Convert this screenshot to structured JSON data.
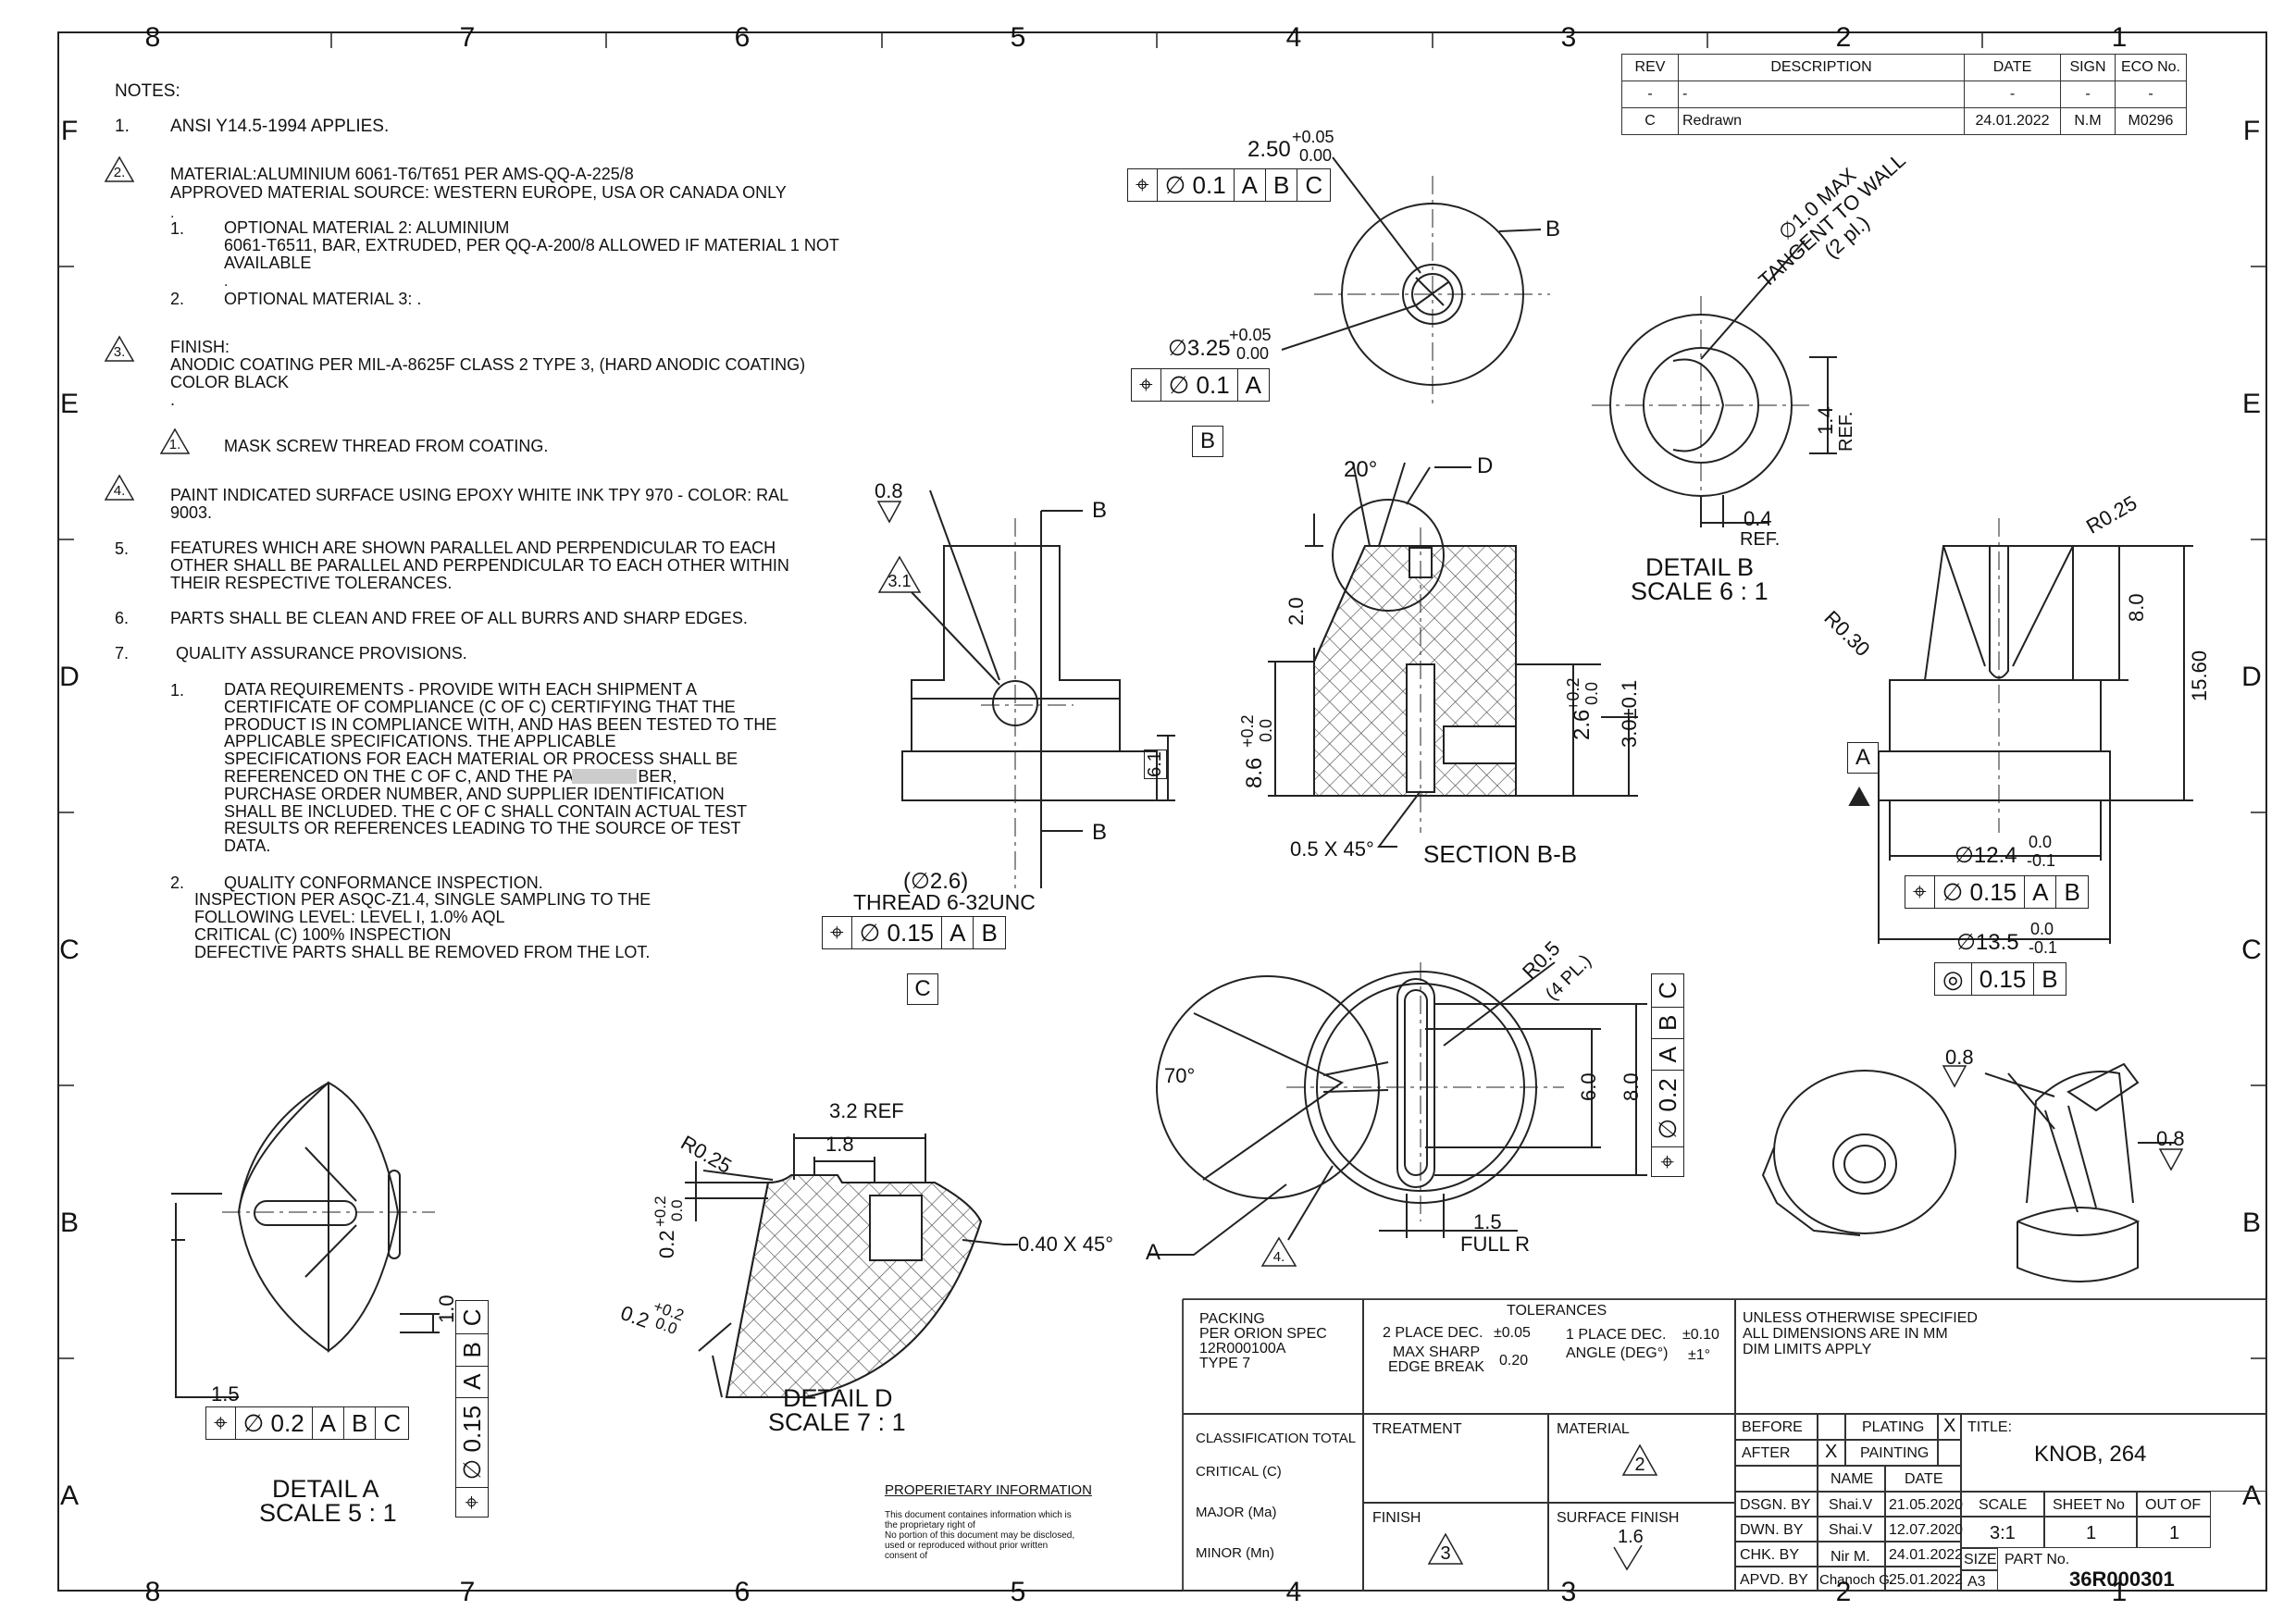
{
  "zones": {
    "columns": [
      "8",
      "7",
      "6",
      "5",
      "4",
      "3",
      "2",
      "1"
    ],
    "rows": [
      "F",
      "E",
      "D",
      "C",
      "B",
      "A"
    ]
  },
  "revision_table": {
    "headers": [
      "REV",
      "DESCRIPTION",
      "DATE",
      "SIGN",
      "ECO No."
    ],
    "rows": [
      [
        "-",
        "-",
        "-",
        "-",
        "-"
      ],
      [
        "C",
        "Redrawn",
        "24.01.2022",
        "N.M",
        "M0296"
      ]
    ]
  },
  "notes": {
    "heading": "NOTES:",
    "n1_num": "1.",
    "n1": "ANSI Y14.5-1994 APPLIES.",
    "n2_tri": "2.",
    "n2": "MATERIAL:ALUMINIUM 6061-T6/T651 PER AMS-QQ-A-225/8\nAPPROVED MATERIAL SOURCE: WESTERN EUROPE, USA OR CANADA ONLY",
    "n2_dot": ".",
    "n2_1_num": "1.",
    "n2_1": "OPTIONAL MATERIAL 2: ALUMINIUM\n6061-T6511, BAR, EXTRUDED, PER QQ-A-200/8 ALLOWED IF MATERIAL 1 NOT\nAVAILABLE",
    "n2_dot2": ".",
    "n2_2_num": "2.",
    "n2_2": "OPTIONAL MATERIAL 3:  .",
    "n3_tri": "3.",
    "n3": "FINISH:\nANODIC COATING PER MIL-A-8625F CLASS 2 TYPE 3, (HARD ANODIC COATING)\nCOLOR BLACK\n.",
    "n3a_tri": "1.",
    "n3a": "MASK SCREW THREAD FROM COATING.",
    "n4_tri": "4.",
    "n4": "PAINT INDICATED SURFACE USING EPOXY WHITE INK TPY 970 - COLOR: RAL\n9003.",
    "n5_num": "5.",
    "n5": "FEATURES WHICH ARE SHOWN PARALLEL AND PERPENDICULAR TO EACH\nOTHER SHALL BE PARALLEL AND PERPENDICULAR TO EACH OTHER WITHIN\nTHEIR RESPECTIVE TOLERANCES.",
    "n6_num": "6.",
    "n6": "PARTS  SHALL  BE  CLEAN AND FREE OF ALL BURRS AND SHARP EDGES.",
    "n7_num": "7.",
    "n7": "QUALITY ASSURANCE PROVISIONS.",
    "n7_1_num": "1.",
    "n7_1": "DATA  REQUIREMENTS - PROVIDE  WITH  EACH  SHIPMENT  A\nCERTIFICATE OF COMPLIANCE (C OF C) CERTIFYING THAT  THE\nPRODUCT  IS  IN COMPLIANCE WITH, AND HAS BEEN TESTED TO THE\nAPPLICABLE   SPECIFICATIONS.    THE    APPLICABLE\nSPECIFICATIONS  FOR  EACH  MATERIAL  OR PROCESS SHALL BE\nREFERENCED ON THE C OF C, AND THE            PART NUMBER,\nPURCHASE  ORDER  NUMBER,  AND  SUPPLIER  IDENTIFICATION\nSHALL BE INCLUDED. THE C OF C SHALL CONTAIN ACTUAL TEST\nRESULTS  OR  REFERENCES  LEADING  TO THE SOURCE OF TEST\nDATA.",
    "n7_2_num": "2.",
    "n7_2": "QUALITY CONFORMANCE INSPECTION.",
    "n7_2b": "INSPECTION  PER   ASQC-Z1.4,  SINGLE SAMPLING TO  THE\nFOLLOWING LEVEL:       LEVEL I, 1.0% AQL\n        CRITICAL (C)               100% INSPECTION\nDEFECTIVE PARTS SHALL BE REMOVED FROM THE LOT."
  },
  "top_view": {
    "dim_250": "2.50",
    "tol_250_up": "+0.05",
    "tol_250_dn": "0.00",
    "fcf1": [
      "⌖",
      "∅ 0.1",
      "A",
      "B",
      "C"
    ],
    "label_b": "B",
    "dim_325": "∅3.25",
    "tol_325_up": "+0.05",
    "tol_325_dn": "0.00",
    "fcf2": [
      "⌖",
      "∅ 0.1",
      "A"
    ],
    "datum_b": "B"
  },
  "detail_b": {
    "leader": "∅1.0 MAX\nTANGENT TO WALL\n(2 pl.)",
    "dim_14": "1.4",
    "ref1": "REF.",
    "dim_04": "0.4",
    "ref2": "REF.",
    "title": "DETAIL B",
    "scale": "SCALE 6 : 1"
  },
  "side_view": {
    "surface": "0.8",
    "note_tri": "3.1",
    "label_b_top": "B",
    "label_b_bot": "B",
    "dim_61": "6.1",
    "thread_dia": "(∅2.6)",
    "thread": "THREAD 6-32UNC",
    "fcf": [
      "⌖",
      "∅ 0.15",
      "A",
      "B"
    ],
    "datum_c": "C"
  },
  "section_bb": {
    "angle": "20°",
    "label_d": "D",
    "dim_20": "2.0",
    "dim_86": "8.6",
    "tol_86_up": "+0.2",
    "tol_86_dn": "0.0",
    "dim_26": "2.6",
    "tol_26_up": "+0.2",
    "tol_26_dn": "0.0",
    "dim_30": "3.0±0.1",
    "chamfer": "0.5 X 45°",
    "title": "SECTION B-B"
  },
  "right_view": {
    "r025": "R0.25",
    "r030": "R0.30",
    "dim_80": "8.0",
    "dim_1560": "15.60",
    "datum_a": "A",
    "dim_124": "∅12.4",
    "tol_124_up": "0.0",
    "tol_124_dn": "-0.1",
    "fcf1": [
      "⌖",
      "∅ 0.15",
      "A",
      "B"
    ],
    "dim_135": "∅13.5",
    "tol_135_up": "0.0",
    "tol_135_dn": "-0.1",
    "fcf2": [
      "◎",
      "0.15",
      "B"
    ]
  },
  "bottom_view": {
    "r05": "R0.5",
    "r05_pl": "(4 PL.)",
    "angle": "70°",
    "dim_60": "6.0",
    "dim_80": "8.0",
    "fcf": [
      "⌖",
      "∅ 0.2",
      "A",
      "B",
      "C"
    ],
    "label_a": "A",
    "note_tri": "4.",
    "dim_15": "1.5",
    "full_r": "FULL R"
  },
  "iso_view": {
    "surface1": "0.8",
    "surface2": "0.8"
  },
  "detail_a": {
    "dim_10": "1.0",
    "fcf_vert": [
      "⌖",
      "∅ 0.15",
      "A",
      "B",
      "C"
    ],
    "dim_15": "1.5",
    "fcf": [
      "⌖",
      "∅ 0.2",
      "A",
      "B",
      "C"
    ],
    "title": "DETAIL A",
    "scale": "SCALE 5 : 1"
  },
  "detail_d": {
    "ref": "3.2 REF",
    "dim_18": "1.8",
    "r025": "R0.25",
    "dim_02": "0.2",
    "tol_02_up": "+0.2",
    "tol_02_dn": "0.0",
    "dim_02b": "0.2",
    "tol_02b_up": "+0.2",
    "tol_02b_dn": "0.0",
    "chamfer": "0.40 X 45°",
    "title": "DETAIL D",
    "scale": "SCALE 7 : 1"
  },
  "proprietary": {
    "title": "PROPERIETARY INFORMATION",
    "text": "This document containes information which is\nthe proprietary right of\nNo portion of this document may be disclosed,\nused or reproduced without prior written\nconsent of"
  },
  "title_block": {
    "packing": "PACKING\nPER ORION SPEC\n12R000100A\nTYPE 7",
    "tolerances": "TOLERANCES",
    "two_place": "2 PLACE DEC.",
    "two_place_val": "±0.05",
    "one_place": "1 PLACE DEC.",
    "one_place_val": "±0.10",
    "sharp_edge": "MAX SHARP\nEDGE BREAK",
    "sharp_edge_val": "0.20",
    "angle": "ANGLE (DEG°)",
    "angle_val": "±1°",
    "unless": "UNLESS OTHERWISE SPECIFIED\nALL DIMENSIONS ARE IN MM\nDIM LIMITS APPLY",
    "classification": "CLASSIFICATION TOTAL",
    "critical": "CRITICAL (C)",
    "major": "MAJOR (Ma)",
    "minor": "MINOR (Mn)",
    "treatment": "TREATMENT",
    "material": "MATERIAL",
    "material_tri": "2",
    "finish": "FINISH",
    "finish_tri": "3",
    "surface_finish": "SURFACE FINISH",
    "surface_val": "1.6",
    "before": "BEFORE",
    "after": "AFTER",
    "after_x": "X",
    "plating": "PLATING",
    "plating_x": "X",
    "painting": "PAINTING",
    "name_h": "NAME",
    "date_h": "DATE",
    "dsgn": "DSGN. BY",
    "dsgn_name": "Shai.V",
    "dsgn_date": "21.05.2020",
    "dwn": "DWN. BY",
    "dwn_name": "Shai.V",
    "dwn_date": "12.07.2020",
    "chk": "CHK. BY",
    "chk_name": "Nir M.",
    "chk_date": "24.01.2022",
    "apvd": "APVD. BY",
    "apvd_name": "Chanoch G.",
    "apvd_date": "25.01.2022",
    "title_label": "TITLE:",
    "title": "KNOB, 264",
    "scale_h": "SCALE",
    "scale": "3:1",
    "sheet_h": "SHEET No",
    "sheet": "1",
    "outof_h": "OUT OF",
    "outof": "1",
    "size_h": "SIZE",
    "size": "A3",
    "part_h": "PART No.",
    "part": "36R000301"
  }
}
